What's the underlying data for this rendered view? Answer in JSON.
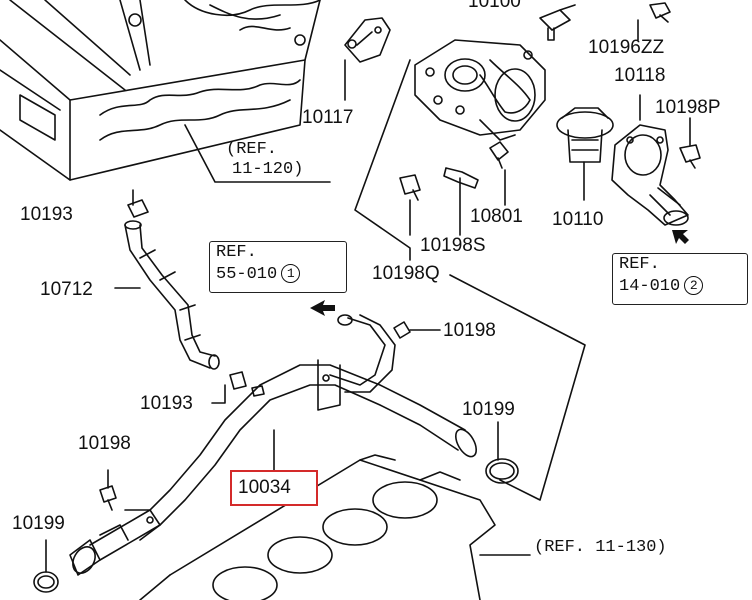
{
  "labels": {
    "p10100": "10100",
    "p10196zz": "10196ZZ",
    "p10118": "10118",
    "p10198p": "10198P",
    "p10117": "10117",
    "p10193_top": "10193",
    "p10801": "10801",
    "p10110": "10110",
    "p10198s": "10198S",
    "p10198q": "10198Q",
    "p10712": "10712",
    "p10198_mid": "10198",
    "p10193_low": "10193",
    "p10199_right": "10199",
    "p10198_left": "10198",
    "p10034": "10034",
    "p10199_left": "10199"
  },
  "refs": {
    "ref_11_120_a": "(REF.",
    "ref_11_120_b": "11-120)",
    "ref_11_130": "(REF. 11-130)"
  },
  "boxes": {
    "box_55_010": {
      "line1": "REF.",
      "line2": "55-010",
      "circle": "1"
    },
    "box_14_010": {
      "line1": "REF.",
      "line2": "14-010",
      "circle": "2"
    }
  },
  "colors": {
    "highlight": "#d42a2a",
    "ink": "#111111"
  }
}
